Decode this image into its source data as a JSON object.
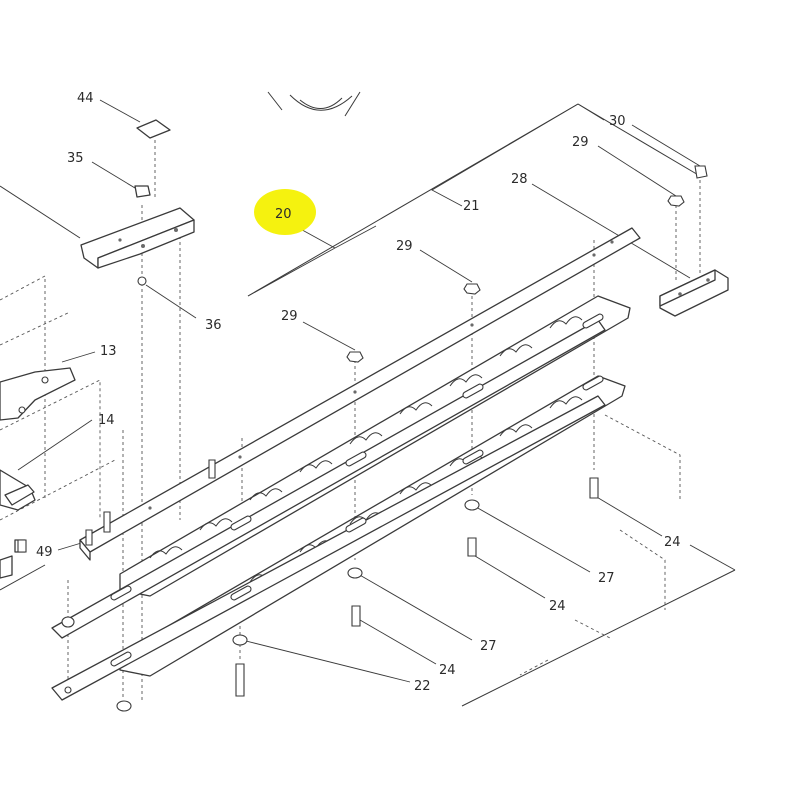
{
  "highlight_color": "#f5f20f",
  "callouts": {
    "c44": "44",
    "c35": "35",
    "c36": "36",
    "c13": "13",
    "c14": "14",
    "c49": "49",
    "c20": "20",
    "c29a": "29",
    "c29b": "29",
    "c29c": "29",
    "c30": "30",
    "c21": "21",
    "c28": "28",
    "c24a": "24",
    "c24b": "24",
    "c24c": "24",
    "c27a": "27",
    "c27b": "27",
    "c22": "22"
  }
}
